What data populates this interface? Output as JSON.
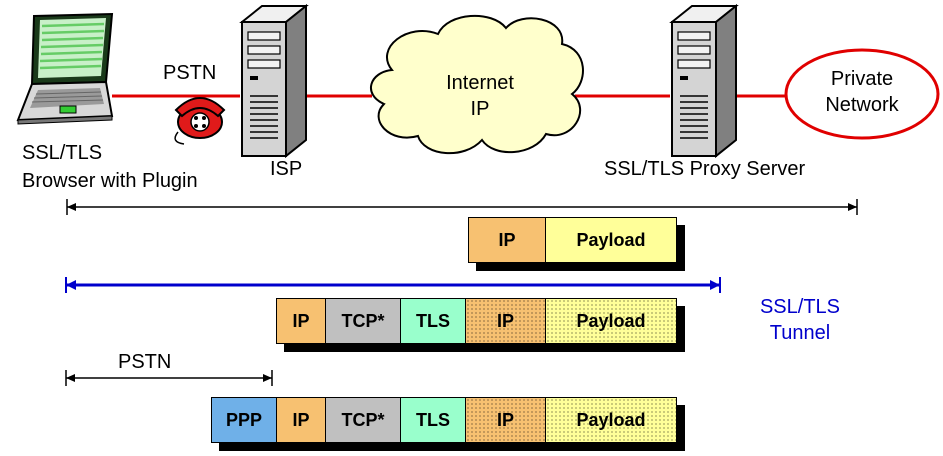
{
  "labels": {
    "pstn_top": "PSTN",
    "client_line1": "SSL/TLS",
    "client_line2": "Browser with Plugin",
    "isp": "ISP",
    "cloud_line1": "Internet",
    "cloud_line2": "IP",
    "private_line1": "Private",
    "private_line2": "Network",
    "proxy": "SSL/TLS Proxy Server",
    "tunnel_line1": "SSL/TLS",
    "tunnel_line2": "Tunnel",
    "pstn_bottom": "PSTN"
  },
  "packets": {
    "row1": [
      "IP",
      "Payload"
    ],
    "row2": [
      "IP",
      "TCP*",
      "TLS",
      "IP",
      "Payload"
    ],
    "row3": [
      "PPP",
      "IP",
      "TCP*",
      "TLS",
      "IP",
      "Payload"
    ]
  },
  "colors": {
    "ip": "#f7c171",
    "payload": "#ffff99",
    "tcp": "#c0c0c0",
    "tls": "#99ffcc",
    "ppp": "#6fb0e8",
    "red_link": "#e00000",
    "tunnel_blue": "#0000cc"
  }
}
